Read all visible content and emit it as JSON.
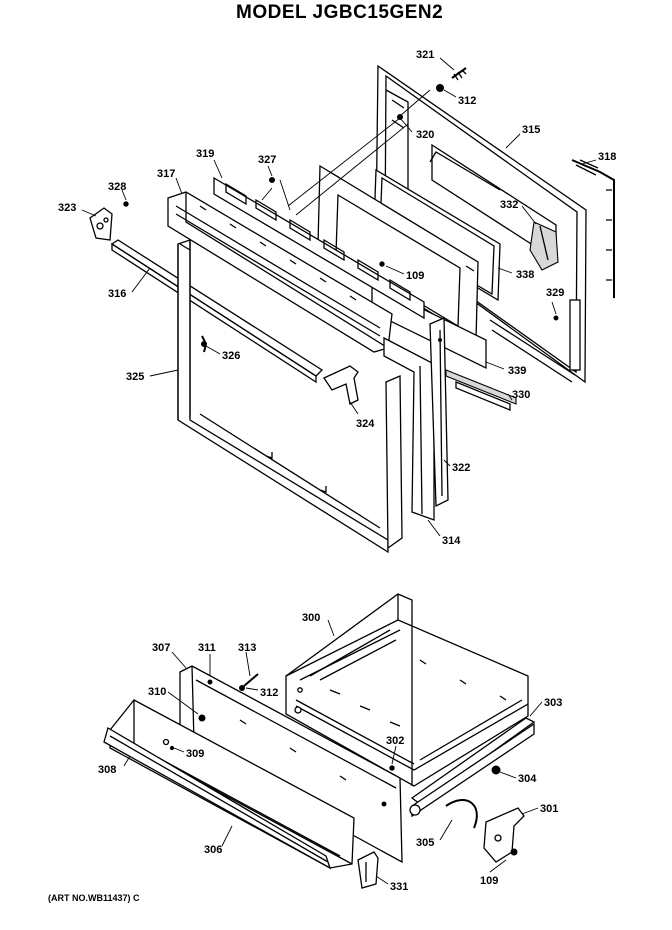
{
  "title": "MODEL JGBC15GEN2",
  "art_number": "(ART NO.WB11437) C",
  "callouts": [
    {
      "id": "c321",
      "label": "321"
    },
    {
      "id": "c312a",
      "label": "312"
    },
    {
      "id": "c320",
      "label": "320"
    },
    {
      "id": "c315",
      "label": "315"
    },
    {
      "id": "c318",
      "label": "318"
    },
    {
      "id": "c319",
      "label": "319"
    },
    {
      "id": "c327",
      "label": "327"
    },
    {
      "id": "c317",
      "label": "317"
    },
    {
      "id": "c328",
      "label": "328"
    },
    {
      "id": "c323",
      "label": "323"
    },
    {
      "id": "c332",
      "label": "332"
    },
    {
      "id": "c109a",
      "label": "109"
    },
    {
      "id": "c338",
      "label": "338"
    },
    {
      "id": "c316",
      "label": "316"
    },
    {
      "id": "c329",
      "label": "329"
    },
    {
      "id": "c326",
      "label": "326"
    },
    {
      "id": "c339",
      "label": "339"
    },
    {
      "id": "c325",
      "label": "325"
    },
    {
      "id": "c330",
      "label": "330"
    },
    {
      "id": "c324",
      "label": "324"
    },
    {
      "id": "c322",
      "label": "322"
    },
    {
      "id": "c314",
      "label": "314"
    },
    {
      "id": "c300",
      "label": "300"
    },
    {
      "id": "c307",
      "label": "307"
    },
    {
      "id": "c311",
      "label": "311"
    },
    {
      "id": "c313",
      "label": "313"
    },
    {
      "id": "c312b",
      "label": "312"
    },
    {
      "id": "c310",
      "label": "310"
    },
    {
      "id": "c303",
      "label": "303"
    },
    {
      "id": "c309",
      "label": "309"
    },
    {
      "id": "c302",
      "label": "302"
    },
    {
      "id": "c308",
      "label": "308"
    },
    {
      "id": "c304",
      "label": "304"
    },
    {
      "id": "c301",
      "label": "301"
    },
    {
      "id": "c305",
      "label": "305"
    },
    {
      "id": "c306",
      "label": "306"
    },
    {
      "id": "c331",
      "label": "331"
    },
    {
      "id": "c109b",
      "label": "109"
    }
  ]
}
